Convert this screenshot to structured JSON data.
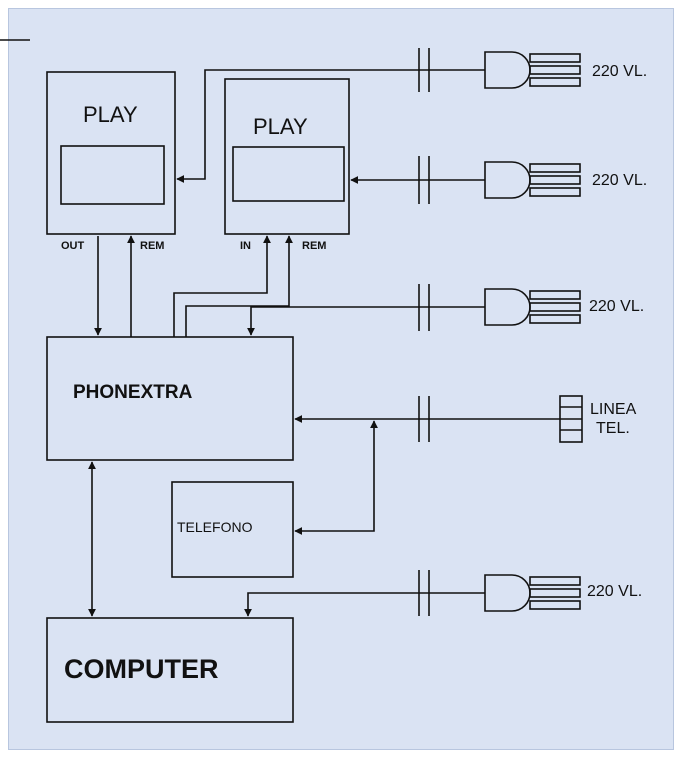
{
  "devices": {
    "play1": {
      "label": "PLAY",
      "port_out": "OUT",
      "port_rem": "REM"
    },
    "play2": {
      "label": "PLAY",
      "port_in": "IN",
      "port_rem": "REM"
    },
    "phonextra": {
      "label": "PHONEXTRA"
    },
    "telefono": {
      "label": "TELEFONO"
    },
    "computer": {
      "label": "COMPUTER"
    }
  },
  "power": {
    "plug1": "220 VL.",
    "plug2": "220 VL.",
    "plug3": "220 VL.",
    "plug4": "220 VL."
  },
  "phone_line": {
    "line1": "LINEA",
    "line2": "TEL."
  },
  "colors": {
    "background": "#dae3f3",
    "ink": "#111111"
  }
}
